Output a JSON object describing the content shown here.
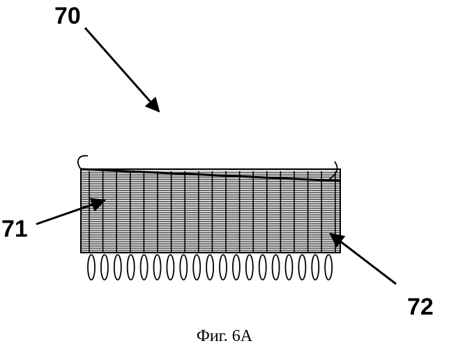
{
  "labels": {
    "assembly": "70",
    "part_left": "71",
    "part_right": "72"
  },
  "caption": "Фиг. 6A",
  "colors": {
    "ink": "#000000",
    "paper": "#ffffff"
  }
}
